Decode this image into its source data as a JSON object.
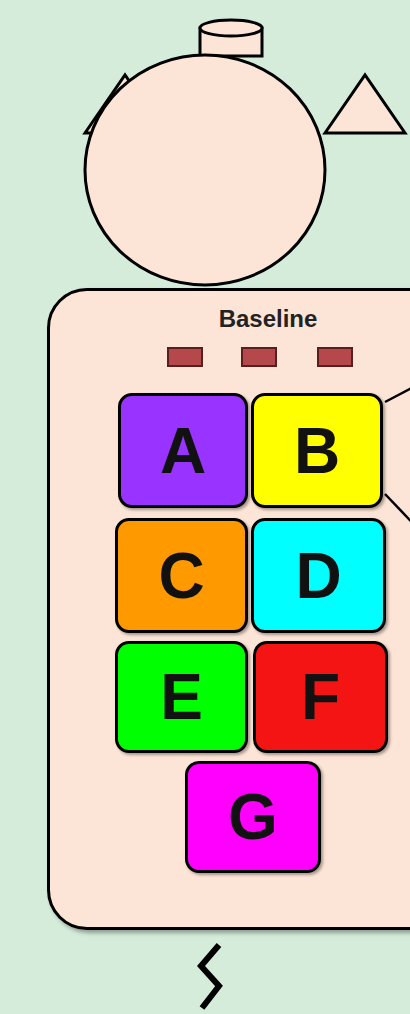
{
  "diagram": {
    "nodes": [
      {
        "text": [
          "Baseline"
        ]
      },
      {
        "text": [
          "A"
        ],
        "in": 0
      },
      {
        "text": [
          "B"
        ],
        "in": 0
      },
      {
        "text": [
          "C"
        ],
        "in": 0
      },
      {
        "text": [
          "D"
        ],
        "in": 0
      },
      {
        "text": [
          "E"
        ],
        "in": 0
      },
      {
        "text": [
          "F"
        ],
        "in": 0
      },
      {
        "text": [
          "G"
        ],
        "in": 0
      }
    ]
  }
}
